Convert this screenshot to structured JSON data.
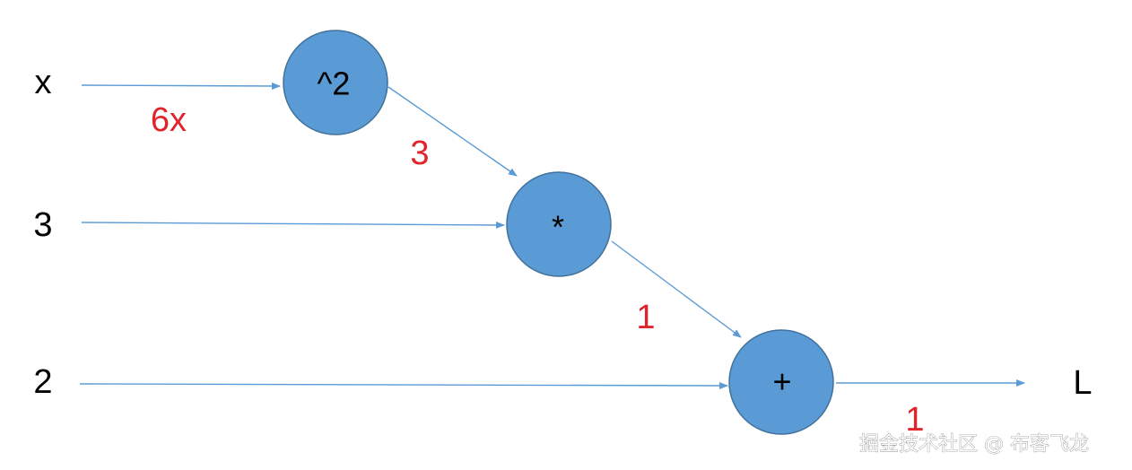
{
  "inputs": {
    "x": "x",
    "three": "3",
    "two": "2",
    "output": "L"
  },
  "nodes": {
    "square": "^2",
    "multiply": "*",
    "add": "+"
  },
  "gradients": {
    "x_grad": "6x",
    "square_out_grad": "3",
    "multiply_out_grad": "1",
    "add_out_grad": "1"
  },
  "watermark": "掘金技术社区 @ 布客飞龙",
  "colors": {
    "node_fill": "#5b9bd5",
    "edge": "#5b9bd5",
    "gradient_text": "#e0242b"
  }
}
